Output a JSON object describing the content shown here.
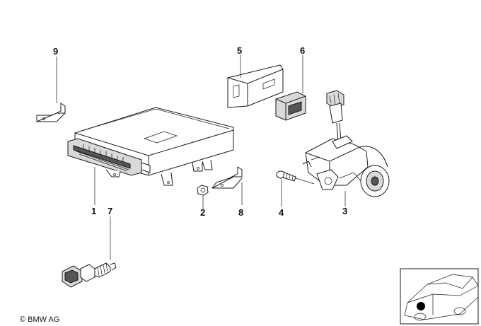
{
  "callouts": [
    {
      "id": "1",
      "label": "1"
    },
    {
      "id": "2",
      "label": "2"
    },
    {
      "id": "3",
      "label": "3"
    },
    {
      "id": "4",
      "label": "4"
    },
    {
      "id": "5",
      "label": "5"
    },
    {
      "id": "6",
      "label": "6"
    },
    {
      "id": "7",
      "label": "7"
    },
    {
      "id": "8",
      "label": "8"
    },
    {
      "id": "9",
      "label": "9"
    }
  ],
  "footer": {
    "copyright": "© BMW AG"
  }
}
